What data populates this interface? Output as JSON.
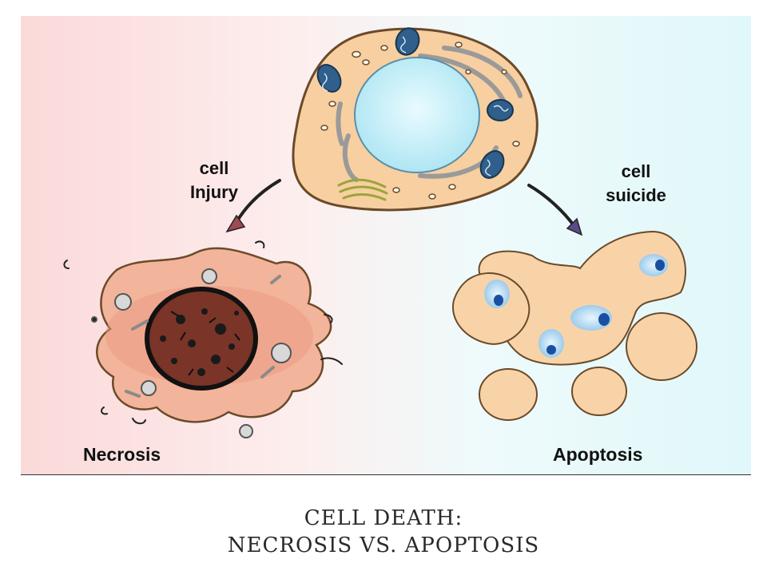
{
  "labels": {
    "injury": [
      "cell",
      "Injury"
    ],
    "suicide": [
      "cell",
      "suicide"
    ],
    "necrosis": "Necrosis",
    "apoptosis": "Apoptosis"
  },
  "caption": {
    "line1": "CELL DEATH:",
    "line2": "NECROSIS VS. APOPTOSIS"
  },
  "colors": {
    "cytoplasm": "#f8cfa0",
    "nucleus": "#bfeff7",
    "outline": "#6b4a2a",
    "mitochondria": "#2f5f8a",
    "necrotic_tissue": "#f2b49a",
    "apoptotic_body": "#f9d3a8"
  }
}
